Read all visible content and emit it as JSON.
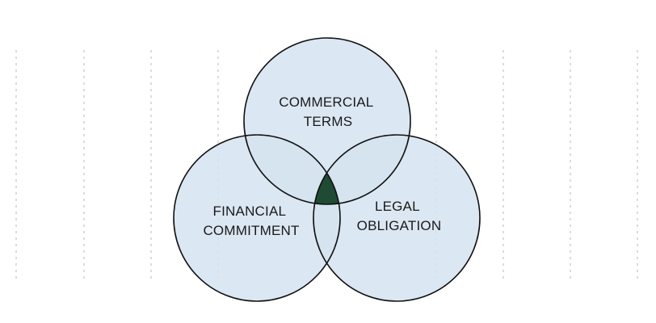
{
  "diagram": {
    "type": "venn-3",
    "sets": [
      {
        "id": "commercial",
        "label_lines": [
          "COMMERCIAL",
          "TERMS"
        ]
      },
      {
        "id": "financial",
        "label_lines": [
          "FINANCIAL",
          "COMMITMENT"
        ]
      },
      {
        "id": "legal",
        "label_lines": [
          "LEGAL",
          "OBLIGATION"
        ]
      }
    ],
    "intersection_highlight": "all-three",
    "colors": {
      "circle_fill": "#d5e3f0",
      "circle_stroke": "#111111",
      "intersection_fill": "#1f4a33",
      "guide_line": "#b8b8b8",
      "text": "#1a1a1a"
    }
  }
}
